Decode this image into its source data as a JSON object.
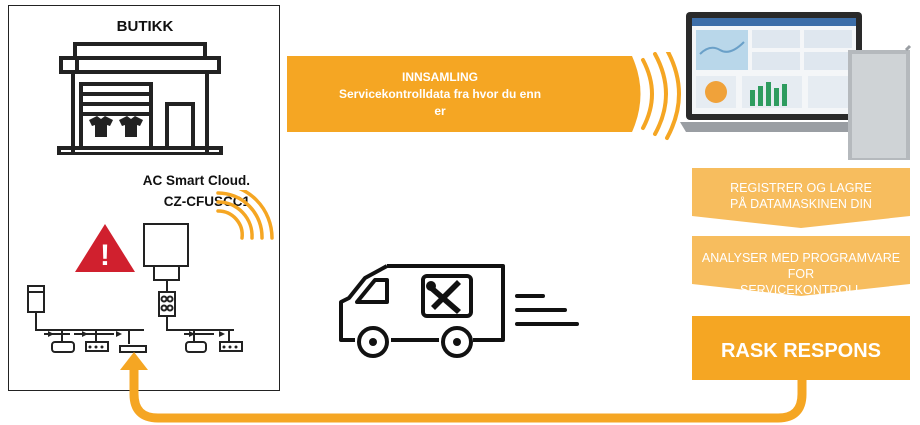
{
  "store": {
    "title": "BUTIKK",
    "device_line1": "AC Smart Cloud.",
    "device_line2": "CZ-CFUSCC1",
    "warning_mark": "!"
  },
  "collect": {
    "title": "INNSAMLING",
    "subtitle": "Servicekontrolldata fra hvor du enn er"
  },
  "steps": {
    "register_line1": "REGISTRER OG LAGRE",
    "register_line2": "PÅ DATAMASKINEN DIN",
    "analyse_line1": "ANALYSER MED PROGRAMVARE FOR",
    "analyse_line2": "SERVICEKONTROLL",
    "respons": "RASK RESPONS"
  },
  "colors": {
    "orange": "#F5A623",
    "light_orange": "#F7BD5E",
    "warning_red": "#D0202E",
    "outline": "#222222"
  }
}
